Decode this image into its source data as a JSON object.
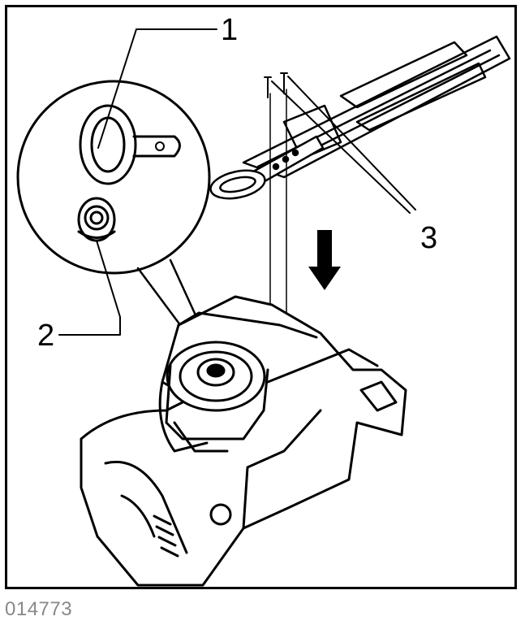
{
  "callouts": {
    "c1": "1",
    "c2": "2",
    "c3": "3"
  },
  "figure_code": "014773",
  "colors": {
    "line": "#000000",
    "code_text": "#888888"
  }
}
